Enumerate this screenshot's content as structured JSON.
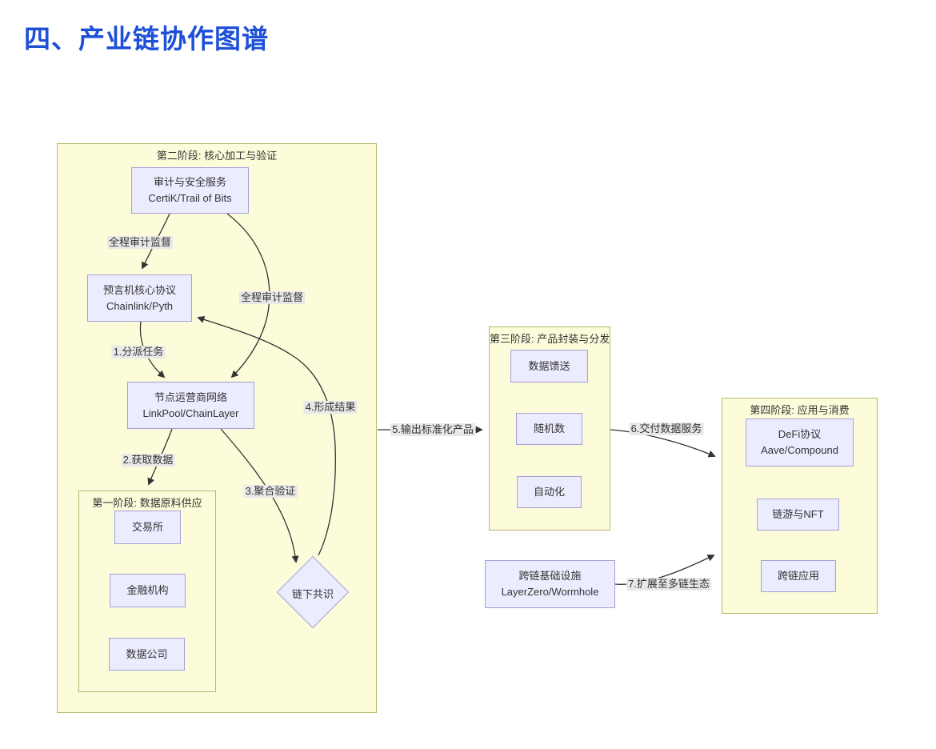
{
  "title": "四、产业链协作图谱",
  "clusters": {
    "stage2": "第二阶段: 核心加工与验证",
    "stage1": "第一阶段: 数据原料供应",
    "stage3": "第三阶段: 产品封装与分发",
    "stage4": "第四阶段: 应用与消费"
  },
  "nodes": {
    "audit": {
      "line1": "审计与安全服务",
      "line2": "CertiK/Trail of Bits"
    },
    "oracle": {
      "line1": "预言机核心协议",
      "line2": "Chainlink/Pyth"
    },
    "node_operators": {
      "line1": "节点运营商网络",
      "line2": "LinkPool/ChainLayer"
    },
    "exchange": {
      "label": "交易所"
    },
    "financial_institution": {
      "label": "金融机构"
    },
    "data_company": {
      "label": "数据公司"
    },
    "offchain_consensus": {
      "label": "链下共识"
    },
    "data_feed": {
      "label": "数据馈送"
    },
    "random_number": {
      "label": "随机数"
    },
    "automation": {
      "label": "自动化"
    },
    "defi": {
      "line1": "DeFi协议",
      "line2": "Aave/Compound"
    },
    "gamefi_nft": {
      "label": "链游与NFT"
    },
    "crosschain_app": {
      "label": "跨链应用"
    },
    "bridge": {
      "line1": "跨链基础设施",
      "line2": "LayerZero/Wormhole"
    }
  },
  "edges": {
    "audit_to_oracle": "全程审计监督",
    "audit_to_node_operators": "全程审计监督",
    "assign_tasks": "1.分派任务",
    "fetch_data": "2.获取数据",
    "aggregate_verify": "3.聚合验证",
    "form_result": "4.形成结果",
    "output_product": "5.输出标准化产品",
    "deliver_service": "6.交付数据服务",
    "expand_multichain": "7.扩展至多链生态"
  },
  "colors": {
    "heading": "#1d4fd7",
    "node_fill": "#ececff",
    "node_border": "#a59fd6",
    "cluster_fill": "#fcfcda",
    "cluster_border": "#b7b76f",
    "edge": "#333333",
    "edge_label_bg": "#e8e8e8",
    "text": "#333333"
  }
}
